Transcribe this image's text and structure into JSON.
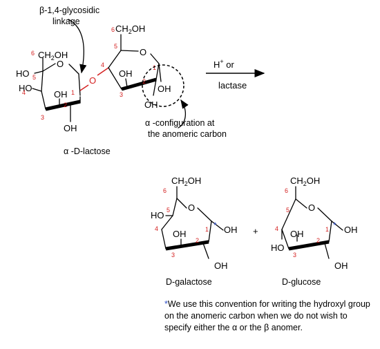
{
  "labels": {
    "glycosidic_line1": "β-1,4-glycosidic",
    "glycosidic_line2": "linkage",
    "alpha_config_line1": "α -configuration at",
    "alpha_config_line2": "the anomeric carbon",
    "reaction_top": "H",
    "reaction_top_sup": "+",
    "reaction_top_suffix": " or",
    "reaction_bottom": "lactase",
    "lactose_name": "α -D-lactose",
    "galactose_name": "D-galactose",
    "glucose_name": "D-glucose",
    "plus": "+",
    "o_link": "O"
  },
  "atoms": {
    "ch2oh": "CH",
    "sub2": "2",
    "oh_suffix": "OH",
    "ring_o": "O",
    "oh": "OH",
    "ho": "HO"
  },
  "carbon_numbers": [
    "1",
    "2",
    "3",
    "4",
    "5",
    "6"
  ],
  "footnote": {
    "star": "*",
    "text": "We use this convention for writing the hydroxyl group on the anomeric carbon when we do not wish to specify either the  α or the  β anomer."
  },
  "colors": {
    "carbon_number": "#d42020",
    "glycosidic_bond": "#d42020",
    "asterisk": "#3050c8",
    "bond": "#000000"
  }
}
